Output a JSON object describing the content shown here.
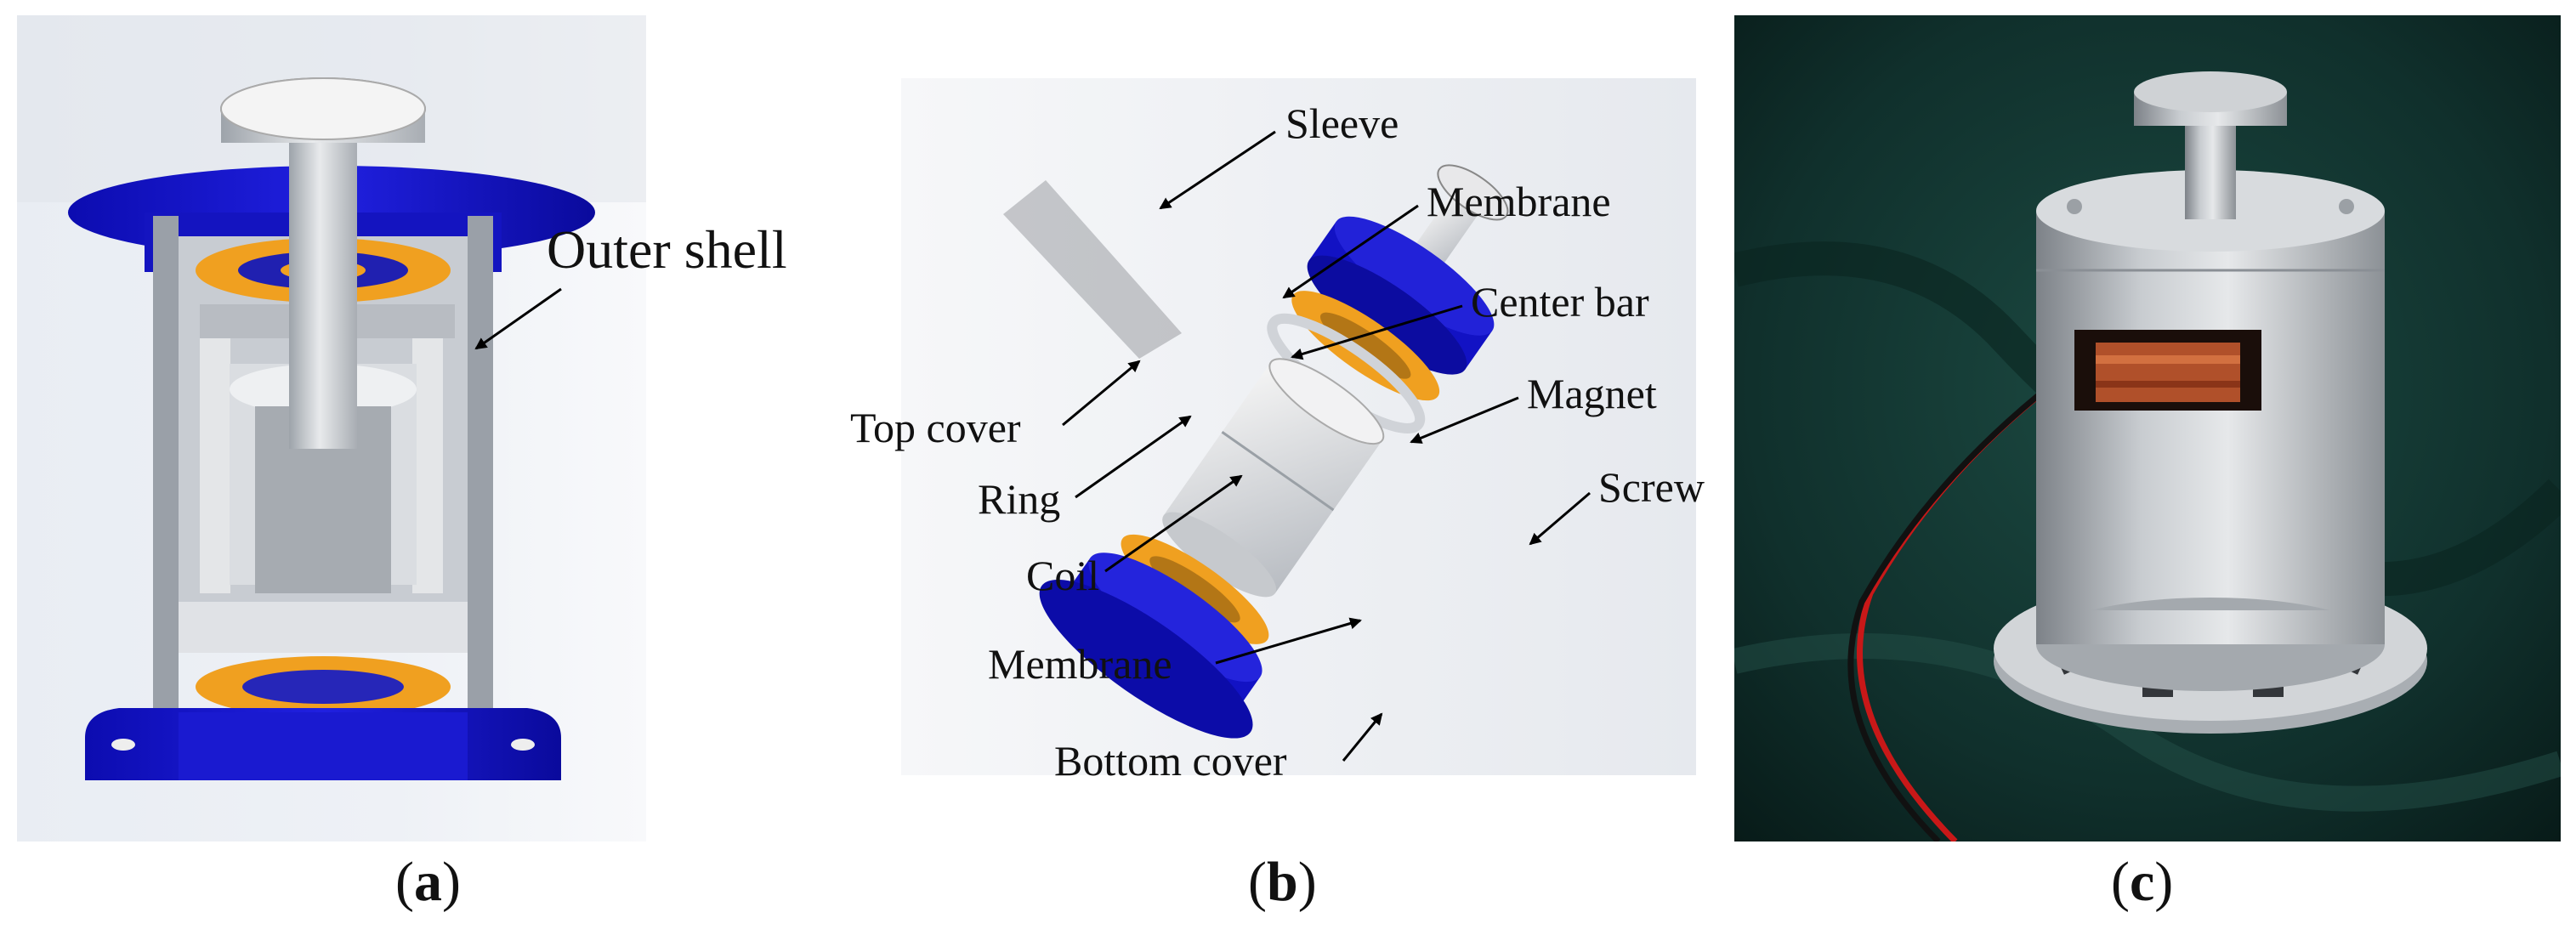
{
  "panels": {
    "a": {
      "label": "a"
    },
    "b": {
      "label": "b"
    },
    "c": {
      "label": "c"
    }
  },
  "callouts": {
    "outer_shell": "Outer shell",
    "sleeve": "Sleeve",
    "membrane_top": "Membrane",
    "center_bar": "Center bar",
    "magnet": "Magnet",
    "screw": "Screw",
    "top_cover": "Top cover",
    "ring": "Ring",
    "coil": "Coil",
    "membrane_bottom": "Membrane",
    "bottom_cover": "Bottom cover"
  },
  "colors": {
    "cover_blue": "#1010c8",
    "membrane_orange": "#f0a020",
    "aluminum": "#c8ccd0",
    "velvet": "#10302c",
    "coil_copper": "#b0502a",
    "wire_red": "#c81818"
  }
}
